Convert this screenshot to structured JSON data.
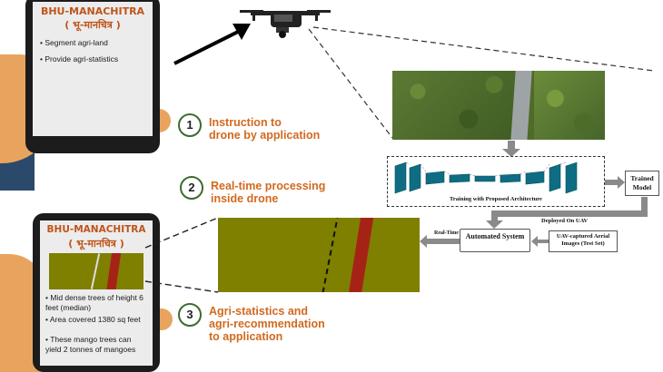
{
  "top_phone": {
    "app_title": "BHU-MANACHITRA",
    "app_title_hindi": "( भू-मानचित्र )",
    "bullets": [
      "Segment agri-land",
      "Provide agri-statistics"
    ]
  },
  "bottom_phone": {
    "app_title": "BHU-MANACHITRA",
    "app_title_hindi": "( भू-मानचित्र )",
    "bullets": [
      "Mid dense trees of height 6 feet (median)",
      "Area covered 1380 sq feet",
      "These mango trees can yield 2 tonnes of mangoes"
    ]
  },
  "steps": [
    {
      "number": "1",
      "line1": "Instruction to",
      "line2": "drone by application",
      "line3": ""
    },
    {
      "number": "2",
      "line1": "Real-time processing",
      "line2": "inside drone",
      "line3": ""
    },
    {
      "number": "3",
      "line1": "Agri-statistics and",
      "line2": "agri-recommendation",
      "line3": "to application"
    }
  ],
  "pipeline": {
    "training_label": "Training with Proposed Architecture",
    "trained_model_label": "Trained Model",
    "deployed_label": "Deployed On UAV",
    "automated_system_label": "Automated System",
    "uav_images_label": "UAV-captured Aerial Images (Test Set)",
    "realtime_label": "Real-Time"
  },
  "colors": {
    "accent_orange": "#d2691e",
    "app_title_orange": "#c0541a",
    "field_olive": "#7f7f00",
    "road_red": "#a52316",
    "network_teal": "#0e6d83",
    "step_circle_green": "#3d6b2e"
  }
}
